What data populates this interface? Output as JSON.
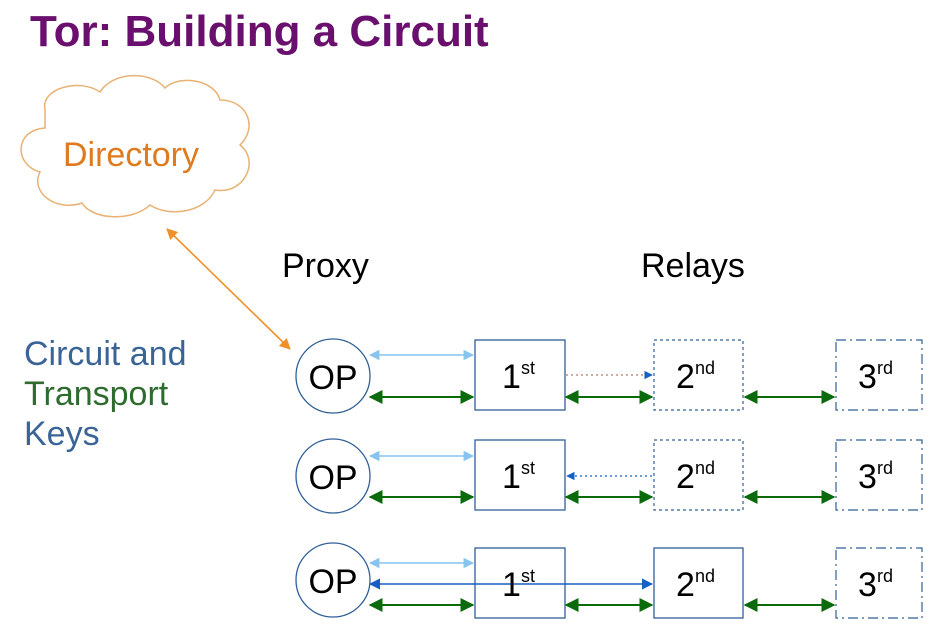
{
  "title": "Tor: Building a Circuit",
  "directory": "Directory",
  "labels": {
    "proxy": "Proxy",
    "relays": "Relays"
  },
  "keys": {
    "line1": "Circuit and",
    "line2": "Transport",
    "line3": "Keys"
  },
  "nodes": {
    "op": "OP",
    "first": "1",
    "first_sup": "st",
    "second": "2",
    "second_sup": "nd",
    "third": "3",
    "third_sup": "rd"
  },
  "colors": {
    "title": "#6a0f6e",
    "directory": "#e07a1e",
    "circuit_keys": "#3a6496",
    "transport_keys": "#2e6b2e",
    "transport_arrow": "#0b6a0b",
    "circuit_arrow": "#87c4f0",
    "extend_arrow": "#1560c2",
    "cloud": "#e8b273",
    "box": "#2f5f96"
  },
  "rows": [
    {
      "stage": "extend-request",
      "second_box": "dotted",
      "third_box": "dashed"
    },
    {
      "stage": "extend-reply",
      "second_box": "dotted",
      "third_box": "dashed"
    },
    {
      "stage": "extended",
      "second_box": "solid",
      "third_box": "dashed"
    }
  ]
}
